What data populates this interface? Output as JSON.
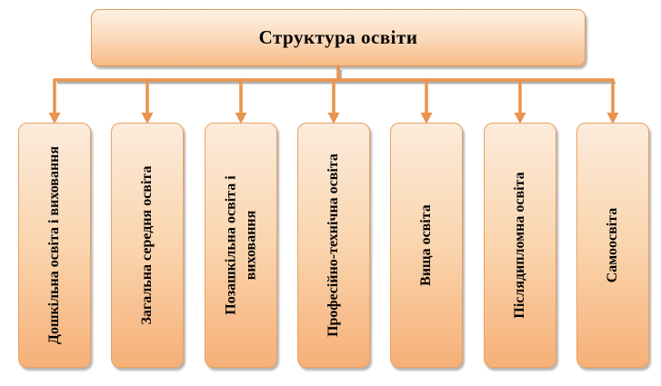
{
  "diagram": {
    "title": "Структура освіти",
    "colors": {
      "accent_orange": "#E8944D",
      "box_border": "#E8A263",
      "box_fill_top": "#FCEBDB",
      "box_fill_bottom": "#F6B078",
      "shadow_gray": "#B7B3AF",
      "text": "#000000",
      "background": "#FFFFFF"
    },
    "boxes": [
      {
        "label": "Дошкільна освіта і виховання"
      },
      {
        "label": "Загальна середня освіта"
      },
      {
        "label": "Позашкільна освіта і\nвиховання"
      },
      {
        "label": "Професійно-технічна освіта"
      },
      {
        "label": "Вища освіта"
      },
      {
        "label": "Післядипломна освіта"
      },
      {
        "label": "Самоосвіта"
      }
    ]
  }
}
